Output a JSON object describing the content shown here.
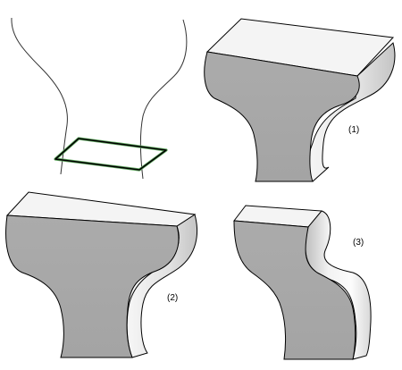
{
  "labels": {
    "one": "(1)",
    "two": "(2)",
    "three": "(3)"
  },
  "colors": {
    "background": "#ffffff",
    "outline": "#000000",
    "sketch_line": "#333333",
    "highlight": "#5fa85f",
    "face_top": "#f4f4f4",
    "face_front": "#a8a8a8",
    "face_side": "#dcdcdc",
    "face_curve_light": "#fafafa",
    "face_curve_dark": "#cfcfcf"
  }
}
